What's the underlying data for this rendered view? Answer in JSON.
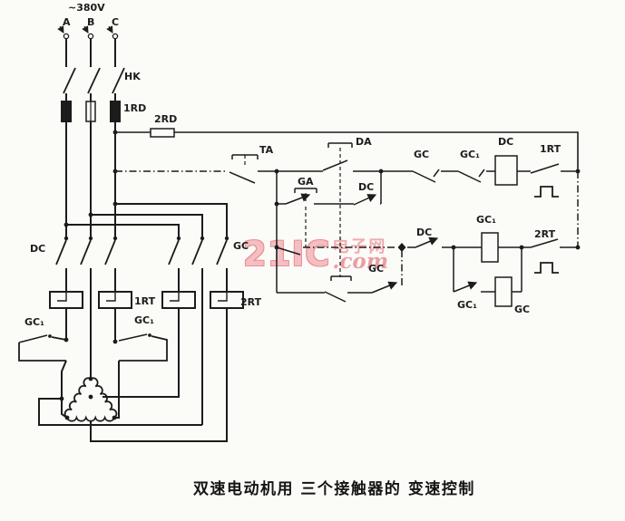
{
  "supply": {
    "voltage": "~380V",
    "phase_a": "A",
    "phase_b": "B",
    "phase_c": "C"
  },
  "labels": {
    "knife_switch": "HK",
    "fuse_main": "1RD",
    "fuse_control": "2RD",
    "stop_button": "TA",
    "button_da": "DA",
    "button_ga": "GA",
    "dc_seal_contact": "DC",
    "gc_nc_row1": "GC",
    "gc1_nc_row1": "GC₁",
    "dc_coil": "DC",
    "rt1_control": "1RT",
    "dc_no_row2": "DC",
    "gc1_coil": "GC₁",
    "rt2_control": "2RT",
    "gc1_no_row3": "GC₁",
    "gc_coil": "GC",
    "gc_no_bottom": "GC",
    "dc_main_contacts": "DC",
    "gc_main_contacts": "GC",
    "rt1_heater": "1RT",
    "rt2_heater": "2RT",
    "gc1_bridge_left": "GC₁",
    "gc1_bridge_mid": "GC₁"
  },
  "watermark": {
    "brand": "21IC",
    "site_cn": "电子网",
    "domain": ".com"
  },
  "caption": "双速电动机用 三个接触器的 变速控制"
}
